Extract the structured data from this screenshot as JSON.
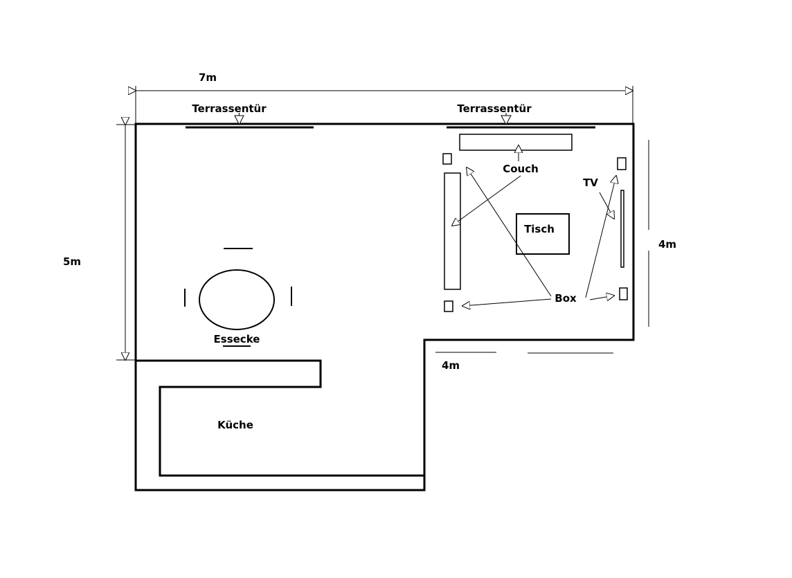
{
  "dimensions": {
    "width_top": "7m",
    "height_left": "5m",
    "height_right": "4m",
    "width_bottom": "4m"
  },
  "labels": {
    "terrace_door_left": "Terrassentür",
    "terrace_door_right": "Terrassentür",
    "couch": "Couch",
    "tv": "TV",
    "table": "Tisch",
    "box": "Box",
    "dining": "Essecke",
    "kitchen": "Küche"
  }
}
